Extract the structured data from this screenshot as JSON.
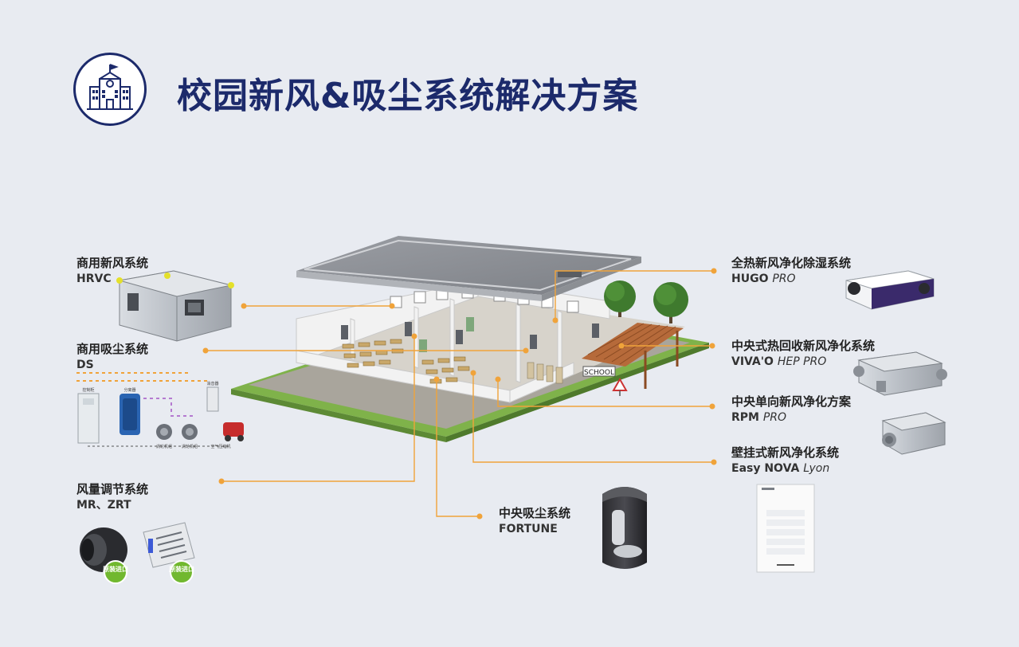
{
  "title": "校园新风&吸尘系统解决方案",
  "icons": {
    "title": "school-building-icon"
  },
  "colors": {
    "title": "#1c2a6b",
    "connector": "#f0a33a",
    "background": "#e8ebf1"
  },
  "systems": {
    "hrvc": {
      "cn": "商用新风系统",
      "en": "HRVC"
    },
    "ds": {
      "cn": "商用吸尘系统",
      "en": "DS"
    },
    "mr": {
      "cn": "风量调节系统",
      "en": "MR、ZRT"
    },
    "hugo": {
      "cn": "全热新风净化除湿系统",
      "en": "HUGO",
      "en_italic": "PRO"
    },
    "vivao": {
      "cn": "中央式热回收新风净化系统",
      "en": "VIVA'O",
      "en_italic": "HEP PRO"
    },
    "rpm": {
      "cn": "中央单向新风净化方案",
      "en": "RPM",
      "en_italic": "PRO"
    },
    "nova": {
      "cn": "壁挂式新风净化系统",
      "en": "Easy NOVA",
      "en_italic": "Lyon"
    },
    "fortune": {
      "cn": "中央吸尘系统",
      "en": "FORTUNE"
    }
  },
  "building": {
    "sign": "SCHOOL"
  },
  "ds_diagram": {
    "labels": [
      "控制柜",
      "分离器",
      "消音器",
      "涡轮机组",
      "涡轮机组",
      "空气压缩机"
    ]
  },
  "mr_badges": [
    "原装进口",
    "原装进口"
  ]
}
